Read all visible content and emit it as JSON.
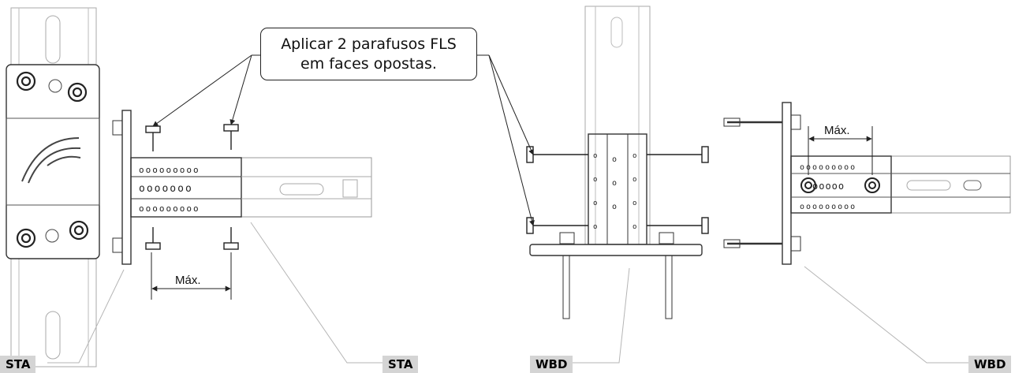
{
  "callout": {
    "line1": "Aplicar 2 parafusos FLS",
    "line2": "em faces opostas."
  },
  "dimensions": {
    "left": "Máx.",
    "right": "Máx."
  },
  "tags": {
    "sta_left": "STA",
    "sta_right": "STA",
    "wbd_left": "WBD",
    "wbd_right": "WBD"
  },
  "colors": {
    "line": "#444444",
    "light_line": "#b5b5b5",
    "tag_bg": "#d4d4d4"
  }
}
